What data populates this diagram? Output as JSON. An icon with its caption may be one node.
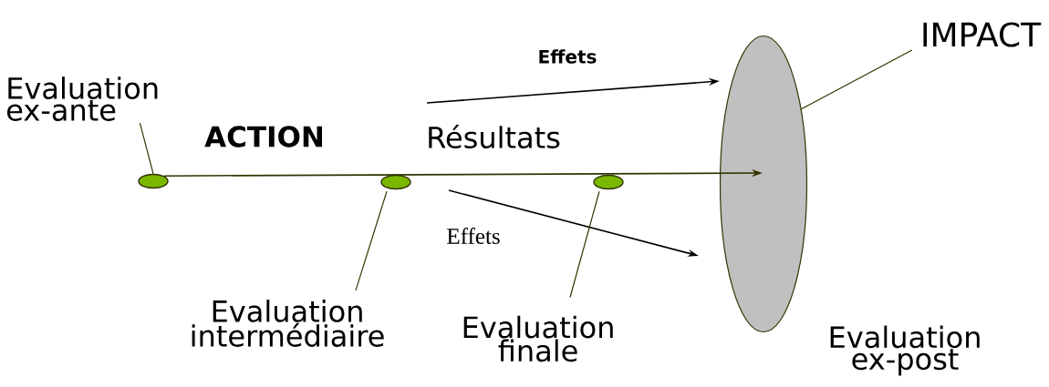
{
  "diagram": {
    "nodes": [
      {
        "text": [
          "Evaluation ex-ante"
        ]
      },
      {
        "text": [],
        "shape": "ellipse"
      },
      {
        "text": [],
        "shape": "ellipse"
      },
      {
        "text": [],
        "shape": "ellipse"
      },
      {
        "text": [],
        "shape": "ellipse"
      },
      {
        "text": [
          "IMPACT"
        ]
      },
      {
        "text": [
          "Evaluation intermédiaire"
        ]
      },
      {
        "text": [
          "Evaluation finale"
        ]
      }
    ],
    "edges": [
      {
        "from": 1,
        "to": 4,
        "arrow": "to",
        "color": "#333300"
      },
      {
        "from": null,
        "to": 4,
        "arrow": "to",
        "label": "Effets"
      },
      {
        "from": null,
        "to": 4,
        "arrow": "to",
        "label": "Effets"
      },
      {
        "from": 0,
        "to": 1,
        "arrow": "none",
        "color": "#333300"
      },
      {
        "from": 6,
        "to": 2,
        "arrow": "none",
        "color": "#333300"
      },
      {
        "from": 7,
        "to": 3,
        "arrow": "none",
        "color": "#333300"
      },
      {
        "from": 5,
        "to": 4,
        "arrow": "none",
        "color": "#333300"
      }
    ],
    "labels": [
      "ACTION",
      "Résultats",
      "Evaluation ex-post"
    ]
  }
}
